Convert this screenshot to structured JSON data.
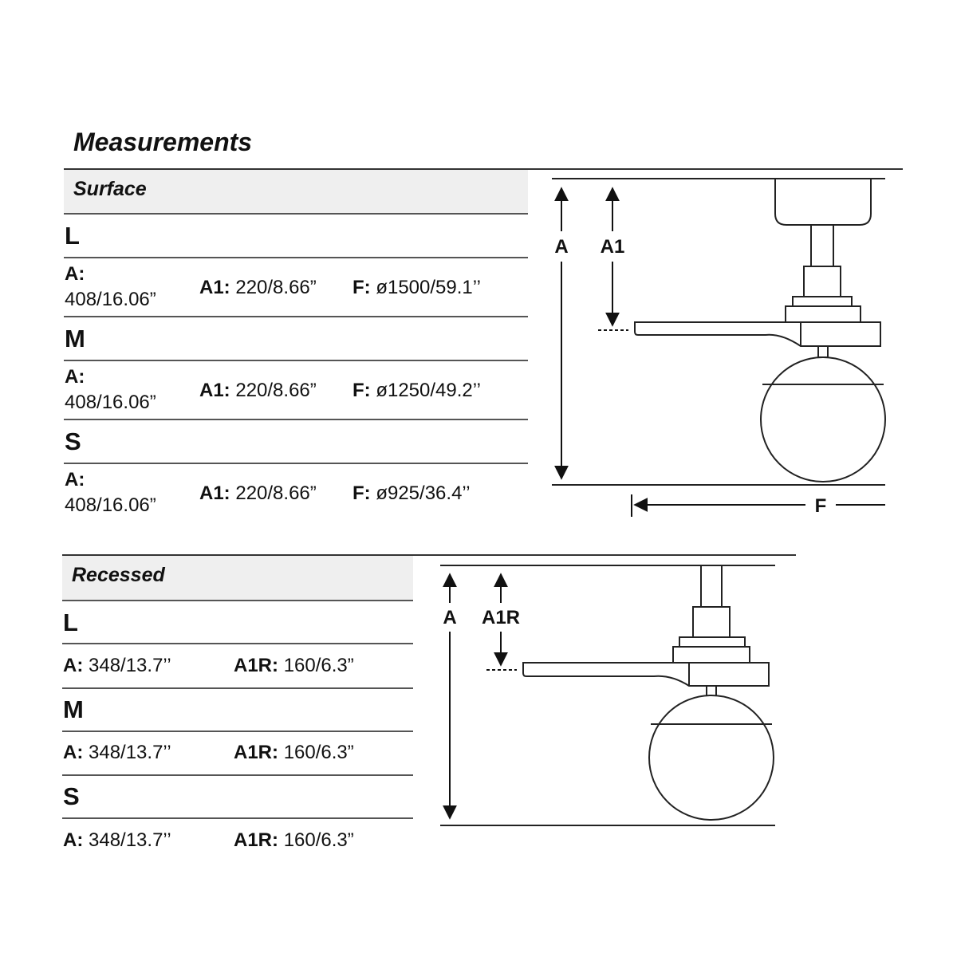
{
  "title": "Measurements",
  "surface": {
    "heading": "Surface",
    "rows": [
      {
        "size": "L",
        "a_key": "A:",
        "a_val": "408/16.06”",
        "a1_key": "A1:",
        "a1_val": "220/8.66”",
        "f_key": "F:",
        "f_val": "ø1500/59.1’’"
      },
      {
        "size": "M",
        "a_key": "A:",
        "a_val": "408/16.06”",
        "a1_key": "A1:",
        "a1_val": "220/8.66”",
        "f_key": "F:",
        "f_val": "ø1250/49.2’’"
      },
      {
        "size": "S",
        "a_key": "A:",
        "a_val": "408/16.06”",
        "a1_key": "A1:",
        "a1_val": "220/8.66”",
        "f_key": "F:",
        "f_val": "ø925/36.4’’"
      }
    ]
  },
  "recessed": {
    "heading": "Recessed",
    "rows": [
      {
        "size": "L",
        "a_key": "A:",
        "a_val": "348/13.7’’",
        "a1r_key": "A1R:",
        "a1r_val": "160/6.3”"
      },
      {
        "size": "M",
        "a_key": "A:",
        "a_val": "348/13.7’’",
        "a1r_key": "A1R:",
        "a1r_val": "160/6.3”"
      },
      {
        "size": "S",
        "a_key": "A:",
        "a_val": "348/13.7’’",
        "a1r_key": "A1R:",
        "a1r_val": "160/6.3”"
      }
    ]
  },
  "diagram_labels": {
    "surface_a": "A",
    "surface_a1": "A1",
    "surface_f": "F",
    "recessed_a": "A",
    "recessed_a1r": "A1R"
  }
}
